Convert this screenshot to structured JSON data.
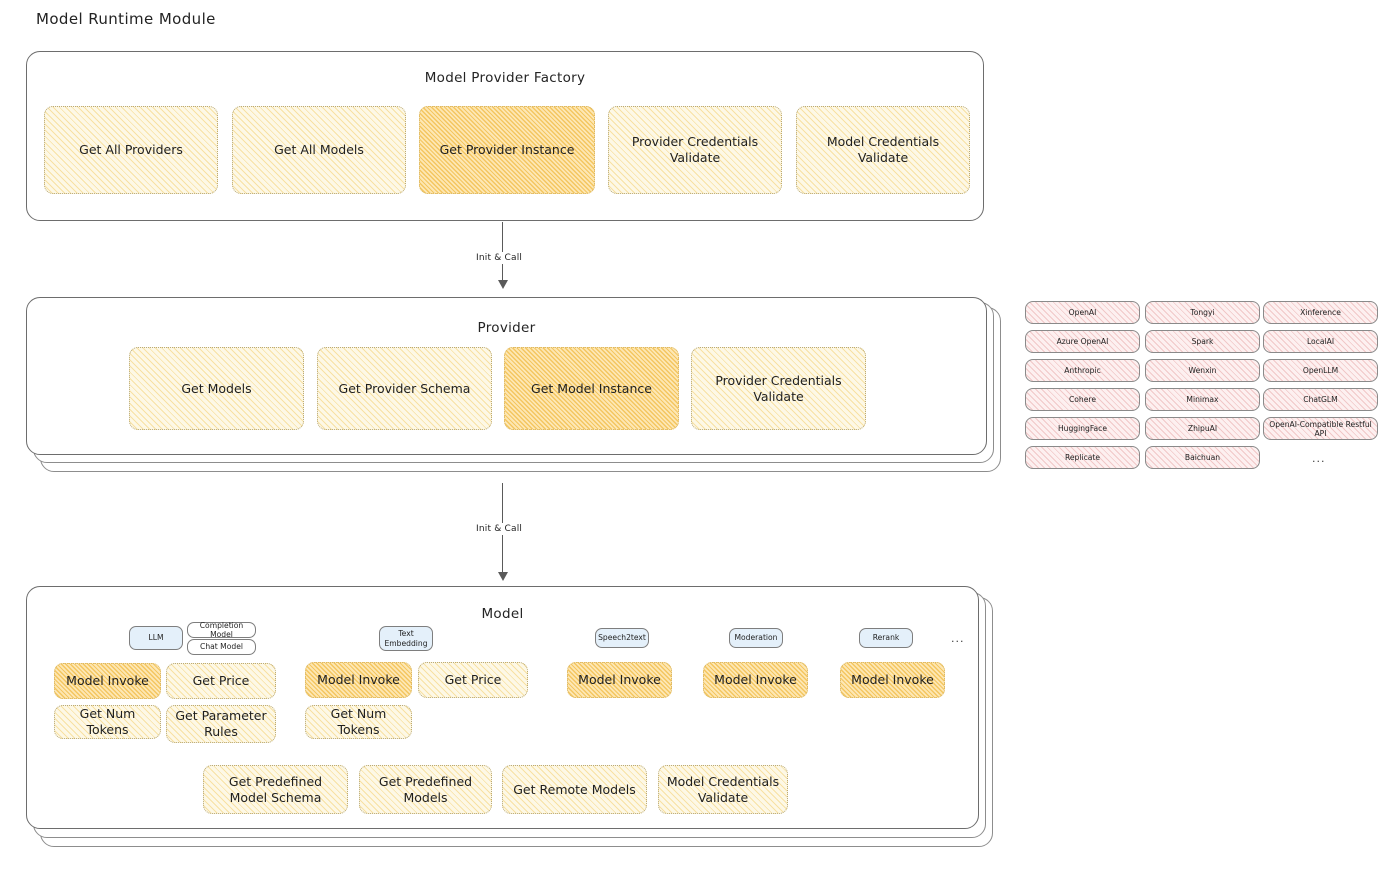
{
  "title": "Model Runtime Module",
  "factory": {
    "title": "Model Provider Factory",
    "nodes": [
      {
        "label": "Get All Providers",
        "highlight": false
      },
      {
        "label": "Get All Models",
        "highlight": false
      },
      {
        "label": "Get Provider Instance",
        "highlight": true
      },
      {
        "label": "Provider Credentials Validate",
        "highlight": false
      },
      {
        "label": "Model Credentials Validate",
        "highlight": false
      }
    ]
  },
  "arrows": [
    {
      "label": "Init & Call"
    },
    {
      "label": "Init & Call"
    }
  ],
  "provider": {
    "title": "Provider",
    "nodes": [
      {
        "label": "Get Models",
        "highlight": false
      },
      {
        "label": "Get Provider Schema",
        "highlight": false
      },
      {
        "label": "Get Model Instance",
        "highlight": true
      },
      {
        "label": "Provider Credentials Validate",
        "highlight": false
      }
    ]
  },
  "provider_list": {
    "columns": [
      [
        "OpenAI",
        "Azure OpenAI",
        "Anthropic",
        "Cohere",
        "HuggingFace",
        "Replicate"
      ],
      [
        "Tongyi",
        "Spark",
        "Wenxin",
        "Minimax",
        "ZhipuAI",
        "Baichuan"
      ],
      [
        "Xinference",
        "LocalAI",
        "OpenLLM",
        "ChatGLM",
        "OpenAI-Compatible Restful API"
      ]
    ],
    "more": "..."
  },
  "model": {
    "title": "Model",
    "more": "...",
    "types": [
      {
        "name": "LLM",
        "sub": [
          "Completion Model",
          "Chat Model"
        ],
        "methods": [
          {
            "label": "Model Invoke",
            "highlight": true
          },
          {
            "label": "Get Price",
            "highlight": false
          },
          {
            "label": "Get Num Tokens",
            "highlight": false
          },
          {
            "label": "Get Parameter Rules",
            "highlight": false
          }
        ]
      },
      {
        "name": "Text Embedding",
        "sub": [],
        "methods": [
          {
            "label": "Model Invoke",
            "highlight": true
          },
          {
            "label": "Get Price",
            "highlight": false
          },
          {
            "label": "Get Num Tokens",
            "highlight": false
          }
        ]
      },
      {
        "name": "Speech2text",
        "sub": [],
        "methods": [
          {
            "label": "Model Invoke",
            "highlight": true
          }
        ]
      },
      {
        "name": "Moderation",
        "sub": [],
        "methods": [
          {
            "label": "Model Invoke",
            "highlight": true
          }
        ]
      },
      {
        "name": "Rerank",
        "sub": [],
        "methods": [
          {
            "label": "Model Invoke",
            "highlight": true
          }
        ]
      }
    ],
    "common": [
      {
        "label": "Get Predefined Model Schema"
      },
      {
        "label": "Get Predefined Models"
      },
      {
        "label": "Get Remote Models"
      },
      {
        "label": "Model Credentials Validate"
      }
    ]
  },
  "colors": {
    "node_fill": "#fdf8e6",
    "node_highlight_fill": "#fde7b4",
    "pill_fill": "#fdf0f0",
    "badge_fill": "#e4f0fa",
    "stroke": "#6d6d6d"
  }
}
